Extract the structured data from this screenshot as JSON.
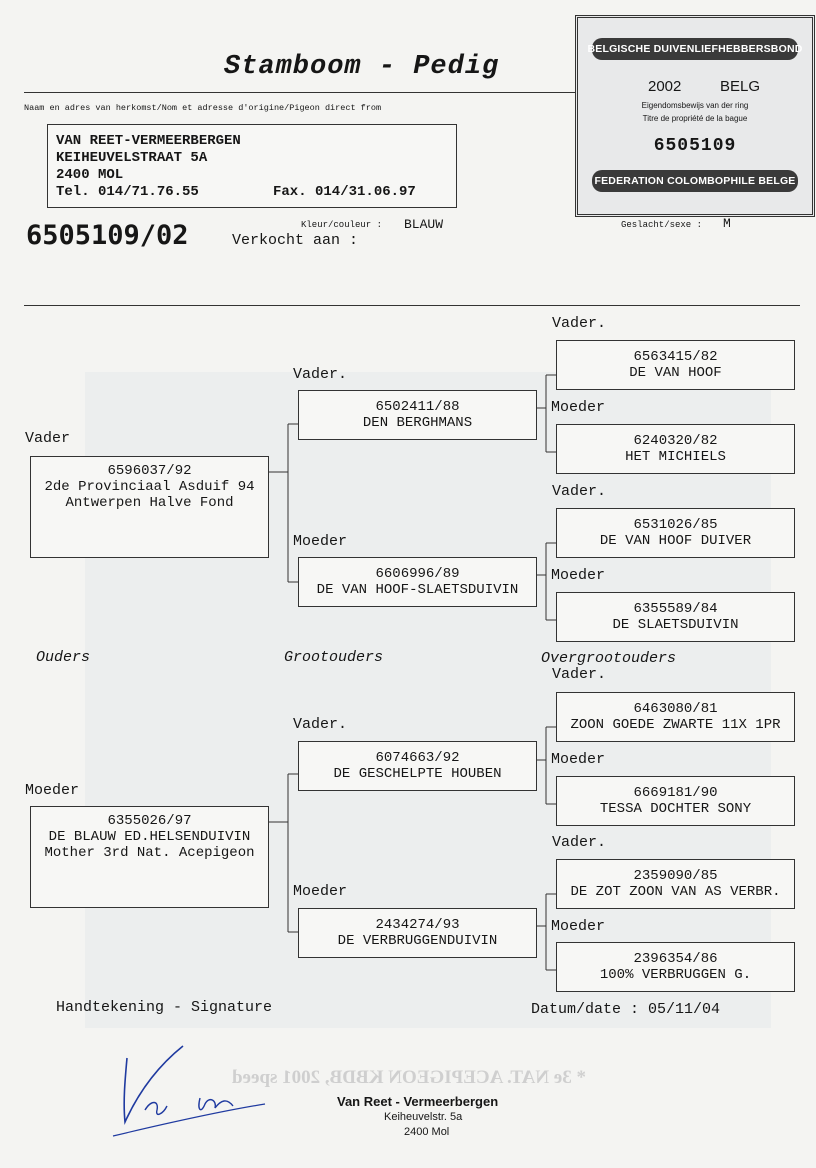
{
  "header": {
    "title": "Stamboom  -  Pedig",
    "origin_label": "Naam en adres van herkomst/Nom et adresse d'origine/Pigeon direct from"
  },
  "breeder": {
    "name": "VAN REET-VERMEERBERGEN",
    "street": "KEIHEUVELSTRAAT 5A",
    "city": "2400 MOL",
    "tel": "Tel. 014/71.76.55",
    "fax": "Fax. 014/31.06.97"
  },
  "pigeon": {
    "ring": "6505109/02",
    "sold_to_label": "Verkocht aan :",
    "color_label": "Kleur/couleur :",
    "color_value": "BLAUW",
    "sex_label": "Geslacht/sexe :",
    "sex_value": "M"
  },
  "stamp": {
    "top": "BELGISCHE DUIVENLIEFHEBBERSBOND",
    "year": "2002",
    "country": "BELG",
    "line1": "Eigendomsbewijs van der ring",
    "line2": "Titre de propriété de la bague",
    "number": "6505109",
    "bottom": "FEDERATION COLOMBOPHILE BELGE"
  },
  "columns": {
    "parents": "Ouders",
    "grandparents": "Grootouders",
    "great_grandparents": "Overgrootouders"
  },
  "roles": {
    "sire": "Vader",
    "sire_dot": "Vader.",
    "dam": "Moeder"
  },
  "parents": {
    "sire": {
      "ring": "6596037/92",
      "line1": "2de Provinciaal Asduif 94",
      "line2": "Antwerpen Halve Fond"
    },
    "dam": {
      "ring": "6355026/97",
      "line1": "DE BLAUW ED.HELSENDUIVIN",
      "line2": "Mother 3rd Nat. Acepigeon"
    }
  },
  "grandparents": [
    {
      "ring": "6502411/88",
      "name": "DEN BERGHMANS"
    },
    {
      "ring": "6606996/89",
      "name": "DE VAN HOOF-SLAETSDUIVIN"
    },
    {
      "ring": "6074663/92",
      "name": "DE GESCHELPTE HOUBEN"
    },
    {
      "ring": "2434274/93",
      "name": "DE VERBRUGGENDUIVIN"
    }
  ],
  "great_grandparents": [
    {
      "ring": "6563415/82",
      "name": "DE VAN HOOF"
    },
    {
      "ring": "6240320/82",
      "name": "HET MICHIELS"
    },
    {
      "ring": "6531026/85",
      "name": "DE VAN HOOF DUIVER"
    },
    {
      "ring": "6355589/84",
      "name": "DE SLAETSDUIVIN"
    },
    {
      "ring": "6463080/81",
      "name": "ZOON GOEDE ZWARTE 11X 1PR"
    },
    {
      "ring": "6669181/90",
      "name": "TESSA DOCHTER SONY"
    },
    {
      "ring": "2359090/85",
      "name": "DE ZOT ZOON VAN AS VERBR."
    },
    {
      "ring": "2396354/86",
      "name": "100% VERBRUGGEN G."
    }
  ],
  "footer": {
    "signature_label": "Handtekening - Signature",
    "date_label": "Datum/date : 05/11/04",
    "stamp_name": "Van Reet - Vermeerbergen",
    "stamp_street": "Keiheuvelstr. 5a",
    "stamp_city": "2400 Mol",
    "bleed_text": "* 3e NAT. ACEPIGEON KBDB, 2001 speed"
  }
}
